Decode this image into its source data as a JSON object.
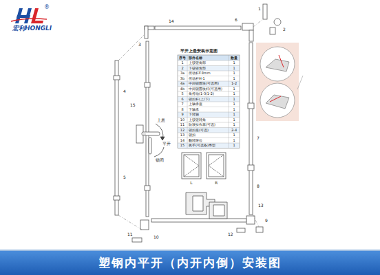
{
  "diagram": {
    "title": "塑钢内平开（内开内倒）安装图",
    "labels": [
      "®",
      "宏利HONGLI",
      "平开上悬安装示意图",
      "序号",
      "部件名称",
      "数量",
      "1",
      "上铰链角部",
      "1",
      "2",
      "下铰链角部",
      "1",
      "3a",
      "传动杆F.8mm",
      "1",
      "3b",
      "传动杆H-1",
      "1",
      "4a",
      "中间锁固块(可选用)",
      "1-2",
      "4b",
      "中间锁固块杆(可选用)",
      "1",
      "5",
      "角传动(1-3/1-2)",
      "1",
      "6",
      "锁扣杆(上/下)",
      "1",
      "7",
      "上轴承座",
      "1",
      "8",
      "下轴承",
      "1",
      "9",
      "下转轴",
      "1",
      "10",
      "上铰链转角",
      "1",
      "11",
      "防误操作器(可选)",
      "1",
      "12",
      "锁扣座(可选)",
      "2-4",
      "13",
      "锁扣",
      "1",
      "14",
      "翻转限位",
      "1",
      "15",
      "执手(可选备)类型",
      "1",
      "上悬",
      "平开",
      "锁闭",
      "L",
      "R",
      "1",
      "2",
      "3",
      "4",
      "5",
      "6",
      "7",
      "8",
      "9",
      "10",
      "11",
      "12",
      "13",
      "14",
      "15"
    ]
  }
}
